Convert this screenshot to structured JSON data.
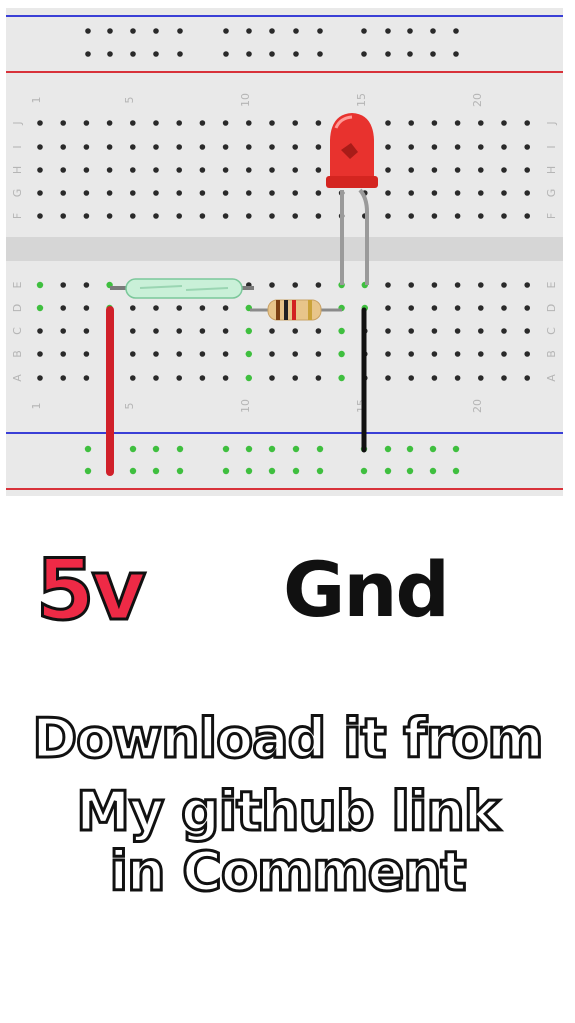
{
  "breadboard": {
    "column_numbers": [
      "1",
      "5",
      "10",
      "15",
      "20"
    ],
    "top_row_letters": [
      "J",
      "I",
      "H",
      "G",
      "F"
    ],
    "bottom_row_letters": [
      "E",
      "D",
      "C",
      "B",
      "A"
    ],
    "colors": {
      "board": "#e9e9e9",
      "rail_blue": "#3a3fd6",
      "rail_red": "#d8323a",
      "hole": "#2a2a2a",
      "hole_active": "#3fbf3f",
      "wire_5v": "#d0202a",
      "wire_gnd": "#111111",
      "led": "#e8322e",
      "resistor": "#e8c58a",
      "reed_switch": "#c9f0d8"
    }
  },
  "labels": {
    "supply": "5v",
    "ground": "Gnd"
  },
  "caption": {
    "line1": "Download it from",
    "line2": "My github link",
    "line3": "in Comment"
  }
}
